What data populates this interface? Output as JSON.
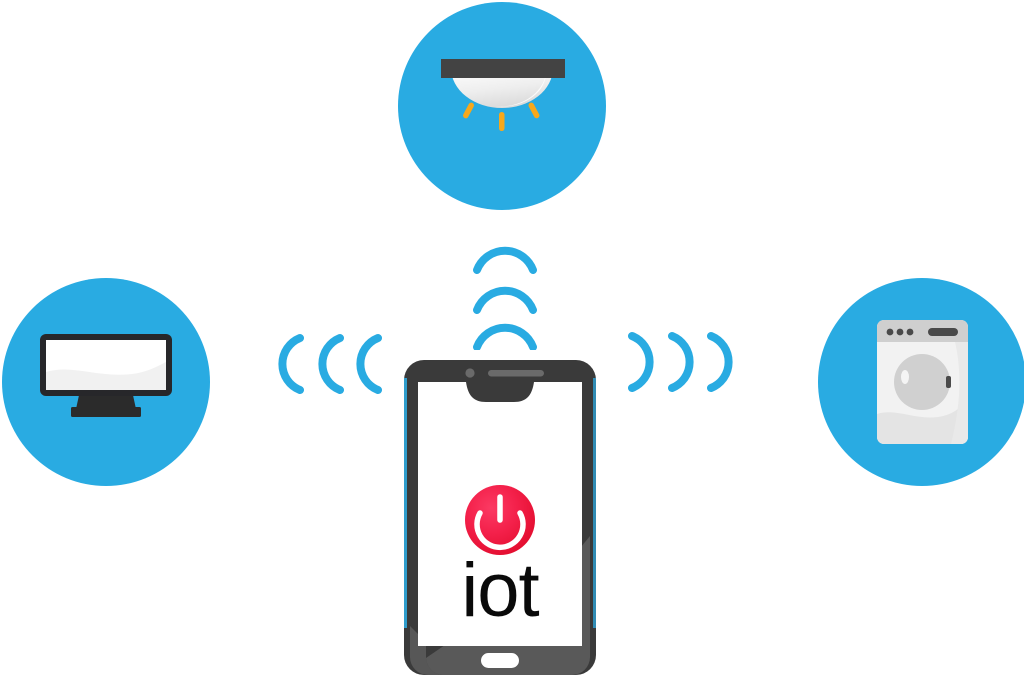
{
  "scene": {
    "title": "IoT smart home connectivity diagram",
    "background_color": "#ffffff",
    "accent_blue": "#29abe2",
    "dark_gray": "#3a3a3a",
    "light_gray": "#e8e8e8",
    "accent_red": "#ed1c3b",
    "accent_orange": "#f7a81b"
  },
  "hub": {
    "name": "smartphone",
    "label": "iot",
    "power_button": {
      "name": "power-button",
      "icon": "power-icon",
      "color": "#ed1c3b"
    },
    "frame_color": "#3a3a3a",
    "screen_color": "#ffffff",
    "home_button": "home-button",
    "camera": "front-camera-dot",
    "speaker": "earpiece-speaker"
  },
  "devices": [
    {
      "id": "lamp",
      "name": "ceiling-lamp",
      "icon": "lamp-icon",
      "circle_color": "#29abe2",
      "position": "top",
      "rays": 3
    },
    {
      "id": "tv",
      "name": "television",
      "icon": "monitor-icon",
      "circle_color": "#29abe2",
      "position": "left"
    },
    {
      "id": "washer",
      "name": "washing-machine",
      "icon": "washing-machine-icon",
      "circle_color": "#29abe2",
      "position": "right",
      "panel_dots": 3
    }
  ],
  "signals": [
    {
      "id": "signal-top",
      "name": "signal-waves-up",
      "direction": "up",
      "arcs": 3,
      "color": "#29abe2"
    },
    {
      "id": "signal-left",
      "name": "signal-waves-left",
      "direction": "left",
      "arcs": 3,
      "color": "#29abe2"
    },
    {
      "id": "signal-right",
      "name": "signal-waves-right",
      "direction": "right",
      "arcs": 3,
      "color": "#29abe2"
    }
  ]
}
